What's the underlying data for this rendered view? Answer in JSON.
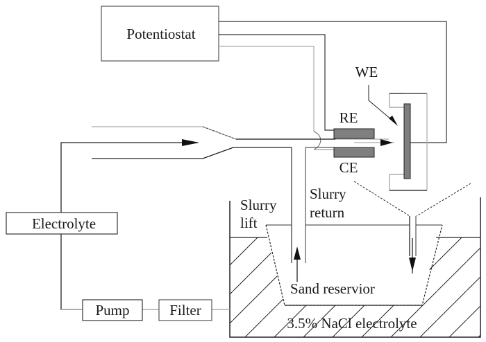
{
  "diagram": {
    "components": {
      "potentiostat": "Potentiostat",
      "electrolyte": "Electrolyte",
      "pump": "Pump",
      "filter": "Filter"
    },
    "electrodes": {
      "working": "WE",
      "reference": "RE",
      "counter": "CE"
    },
    "tank": {
      "slurry_lift_line1": "Slurry",
      "slurry_lift_line2": "lift",
      "slurry_return_line1": "Slurry",
      "slurry_return_line2": "return",
      "sand_reservoir": "Sand reservior",
      "electrolyte_label": "3.5% NaCl electrolyte"
    },
    "colors": {
      "line": "#1a1a1a",
      "light_line": "#9a9a9a",
      "electrode_fill": "#7f7f7f"
    }
  }
}
